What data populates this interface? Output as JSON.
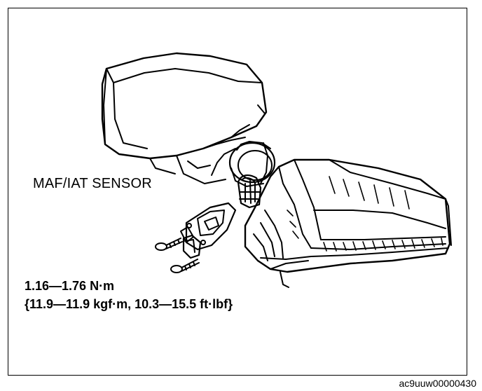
{
  "labels": {
    "component": "MAF/IAT SENSOR",
    "torque_line1": "1.16—1.76 N·m",
    "torque_line2": "{11.9—11.9 kgf·m, 10.3—15.5 ft·lbf}",
    "reference_code": "ac9uuw00000430"
  },
  "colors": {
    "line": "#000000",
    "background": "#ffffff"
  }
}
